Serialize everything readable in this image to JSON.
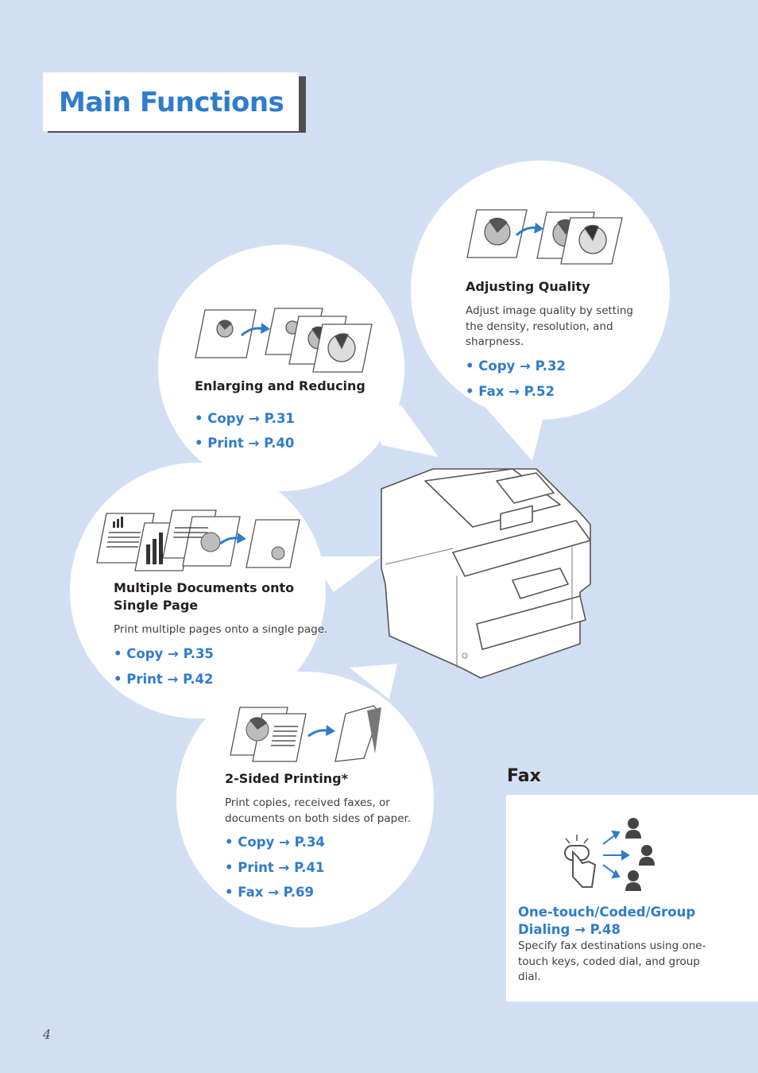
{
  "page": {
    "title": "Main Functions",
    "page_number": "4"
  },
  "colors": {
    "background": "#d2dff3",
    "accent": "#2f7ccb",
    "panel": "#ffffff"
  },
  "features": {
    "adjusting_quality": {
      "heading": "Adjusting Quality",
      "description": "Adjust image quality by setting the density, resolution, and sharpness.",
      "links": [
        "• Copy → P.32",
        "• Fax → P.52"
      ]
    },
    "enlarging_reducing": {
      "heading": "Enlarging and Reducing",
      "links": [
        "• Copy → P.31",
        "• Print → P.40"
      ]
    },
    "multiple_documents": {
      "heading_line1": "Multiple Documents onto",
      "heading_line2": "Single Page",
      "description": "Print multiple pages onto a single page.",
      "links": [
        "• Copy → P.35",
        "• Print → P.42"
      ]
    },
    "two_sided": {
      "heading": "2-Sided Printing*",
      "description_line1": "Print copies, received faxes, or",
      "description_line2": "documents on both sides of paper.",
      "links": [
        "• Copy → P.34",
        "• Print → P.41",
        "• Fax → P.69"
      ]
    }
  },
  "fax": {
    "section_title": "Fax",
    "link_line1": "One-touch/Coded/Group",
    "link_line2": "Dialing → P.48",
    "description_line1": "Specify fax destinations using one-",
    "description_line2": "touch keys, coded dial, and group",
    "description_line3": "dial."
  },
  "icons": [
    "document-pie-icon",
    "blue-arrow-icon",
    "printer-illustration",
    "hand-touch-icon",
    "person-icon"
  ]
}
